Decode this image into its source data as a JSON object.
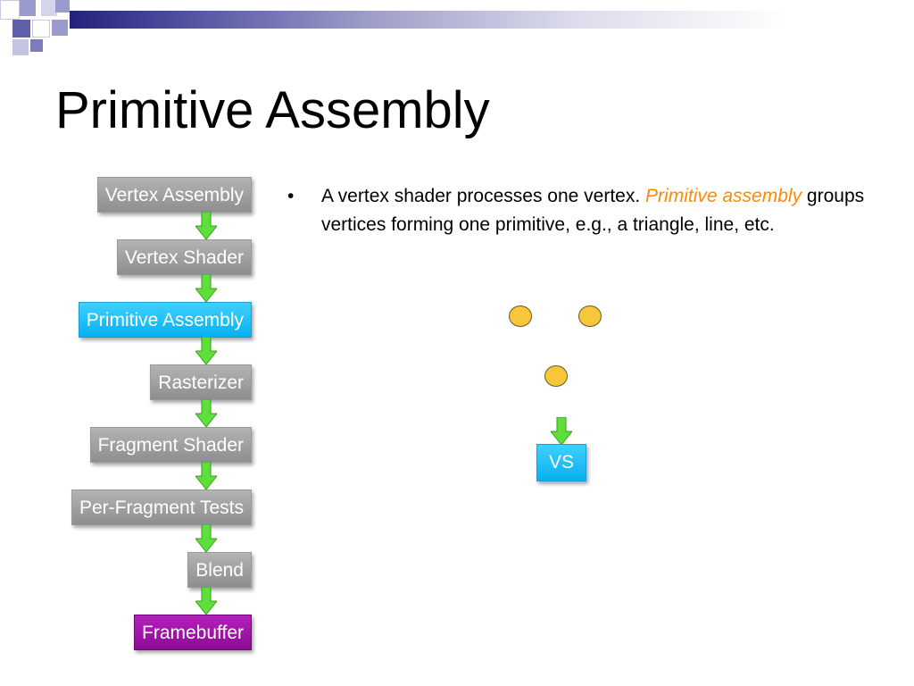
{
  "slide": {
    "title": "Primitive Assembly"
  },
  "pipeline": {
    "stages": [
      {
        "label": "Vertex Assembly",
        "style": "gray"
      },
      {
        "label": "Vertex Shader",
        "style": "gray"
      },
      {
        "label": "Primitive Assembly",
        "style": "blue"
      },
      {
        "label": "Rasterizer",
        "style": "gray"
      },
      {
        "label": "Fragment Shader",
        "style": "gray"
      },
      {
        "label": "Per-Fragment Tests",
        "style": "gray"
      },
      {
        "label": "Blend",
        "style": "gray"
      },
      {
        "label": "Framebuffer",
        "style": "purple"
      }
    ]
  },
  "bullet": {
    "marker": "•",
    "text_before": "A vertex shader processes one vertex.  ",
    "emphasis": "Primitive assembly",
    "text_after": " groups vertices forming one primitive, e.g., a triangle, line, etc."
  },
  "illustration": {
    "vertex_count": 3,
    "box_label": "VS"
  },
  "colors": {
    "stage_gray": "#8e8e8e",
    "stage_blue": "#08b0ef",
    "stage_purple": "#8e0a96",
    "arrow_green": "#5ee03a",
    "emphasis_orange": "#ff8a00",
    "vertex_yellow": "#f7c63a"
  }
}
